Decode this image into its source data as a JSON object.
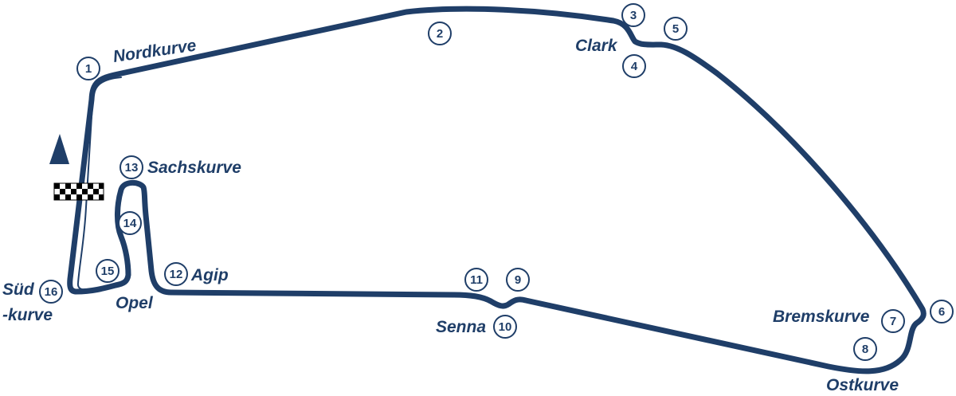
{
  "map": {
    "track_color": "#1f3e68",
    "background_color": "#ffffff",
    "direction_marker": "triangle-arrow",
    "start_finish": "checkered-flag",
    "corners": [
      {
        "number": "1",
        "name": "Nordkurve"
      },
      {
        "number": "2",
        "name": ""
      },
      {
        "number": "3",
        "name": ""
      },
      {
        "number": "4",
        "name": "Clark"
      },
      {
        "number": "5",
        "name": ""
      },
      {
        "number": "6",
        "name": ""
      },
      {
        "number": "7",
        "name": "Bremskurve"
      },
      {
        "number": "8",
        "name": "Ostkurve"
      },
      {
        "number": "9",
        "name": ""
      },
      {
        "number": "10",
        "name": "Senna"
      },
      {
        "number": "11",
        "name": ""
      },
      {
        "number": "12",
        "name": "Agip"
      },
      {
        "number": "13",
        "name": "Sachskurve"
      },
      {
        "number": "14",
        "name": ""
      },
      {
        "number": "15",
        "name": "Opel"
      },
      {
        "number": "16",
        "name": "Süd"
      }
    ],
    "labels": {
      "nordkurve": "Nordkurve",
      "clark": "Clark",
      "sachskurve": "Sachskurve",
      "agip": "Agip",
      "opel": "Opel",
      "sud": "Süd",
      "kurve": "-kurve",
      "senna": "Senna",
      "bremskurve": "Bremskurve",
      "ostkurve": "Ostkurve"
    }
  }
}
